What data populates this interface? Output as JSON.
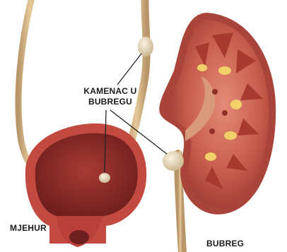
{
  "labels": {
    "stone_line1": "KAMENAC U",
    "stone_line2": "BUBREGU",
    "bladder": "MJEHUR",
    "kidney": "BUBREG"
  },
  "colors": {
    "ureter": "#d8b98a",
    "ureter_edge": "#a88454",
    "kidney_outer": "#b84a3c",
    "kidney_cortex": "#cf6a5a",
    "kidney_medulla": "#a63a32",
    "calyx": "#f2d06a",
    "bladder_wall": "#c0443c",
    "bladder_inner": "#8e2a28",
    "stone": "#e6d7b8",
    "leader": "#222222"
  }
}
